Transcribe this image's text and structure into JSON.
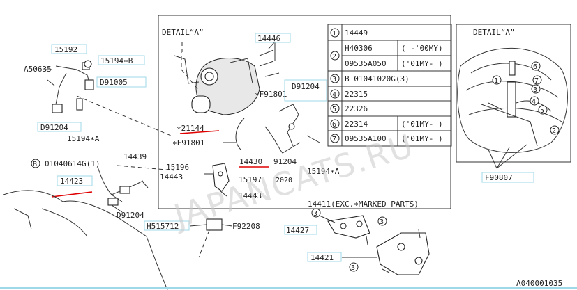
{
  "diagram": {
    "detail_main_label": "DETAIL“A”",
    "detail_inset_label": "DETAIL“A”",
    "parts": {
      "p15192": "15192",
      "p15194b": "15194∗B",
      "pA50635": "A50635",
      "pD91005": "D91005",
      "pD91204a": "D91204",
      "p15194a": "15194∗A",
      "p14439": "14439",
      "p01040614": "01040614G(1)",
      "p14423": "14423",
      "pD91204b": "D91204",
      "p14446": "14446",
      "pF91801a": "∗F91801",
      "pD91204c": "D91204",
      "p21144": "∗21144",
      "pF91801b": "∗F91801",
      "p15196": "15196",
      "p14443a": "14443",
      "p14430": "14430",
      "p91204": "91204",
      "p15194a2": "15194∗A",
      "p15197": "15197",
      "p14443b": "14443",
      "p14411": "14411(EXC.∗MARKED PARTS)",
      "pH515712": "H515712",
      "pF92208": "F92208",
      "p14427": "14427",
      "p14421": "14421",
      "pF90807": "F90807",
      "pA040001035": "A040001035"
    },
    "callouts": {
      "c_b": "B",
      "c3a": "3",
      "c3b": "3",
      "c3c": "3"
    },
    "table": {
      "rows": [
        {
          "num": "1",
          "part": "14449",
          "note": ""
        },
        {
          "num": "2",
          "part": "H40306",
          "note": "( -'00MY)"
        },
        {
          "num": "",
          "part": "09535A050",
          "note": "('01MY- )"
        },
        {
          "num": "3",
          "part": "B 01041020G(3)",
          "note": ""
        },
        {
          "num": "4",
          "part": "22315",
          "note": ""
        },
        {
          "num": "5",
          "part": "22326",
          "note": ""
        },
        {
          "num": "6",
          "part": "22314",
          "note": "('01MY- )"
        },
        {
          "num": "7",
          "part": "09535A100",
          "note": "('01MY- )"
        }
      ]
    },
    "inset_callouts": [
      "1",
      "2",
      "3",
      "4",
      "5",
      "6",
      "7"
    ],
    "watermark": "JAPANCATS.RU",
    "watermark_year": "2020"
  }
}
